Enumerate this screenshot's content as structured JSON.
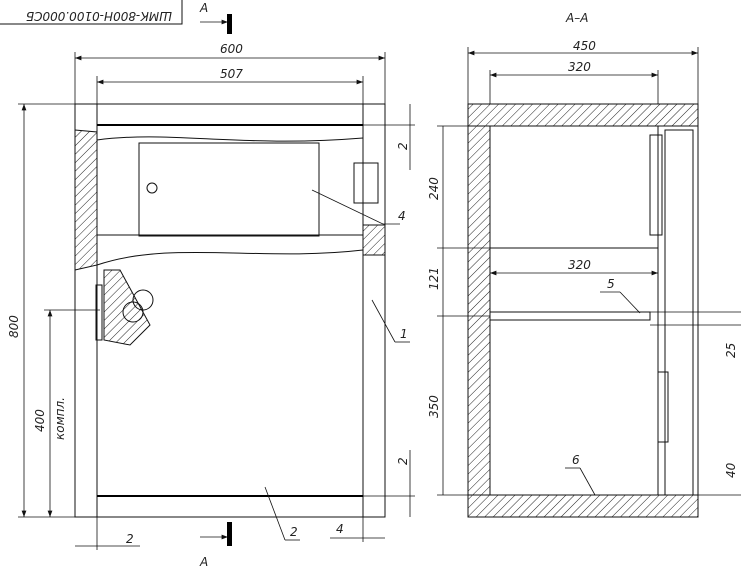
{
  "title_block": {
    "designation": "ШМК-800Н-0100.000СБ"
  },
  "section_marks": {
    "top": "A",
    "bottom": "A",
    "section_title": "A–A"
  },
  "front_view": {
    "dims": {
      "width_total": "600",
      "width_inner": "507",
      "height_total": "800",
      "height_lock": "400",
      "lock_note": "компл.",
      "gap_top": "2",
      "gap_bottom": "2",
      "gap_left": "2",
      "gap_right": "4"
    },
    "callouts": [
      "4",
      "1",
      "2"
    ]
  },
  "section_view": {
    "dims": {
      "depth_total": "450",
      "depth_top": "320",
      "depth_shelf": "320",
      "h_upper": "240",
      "h_mid": "121",
      "h_lower": "350",
      "shelf_thk": "25",
      "bottom_gap": "40"
    },
    "callouts": [
      "5",
      "6"
    ]
  },
  "colors": {
    "line": "#111111",
    "background": "#ffffff"
  }
}
